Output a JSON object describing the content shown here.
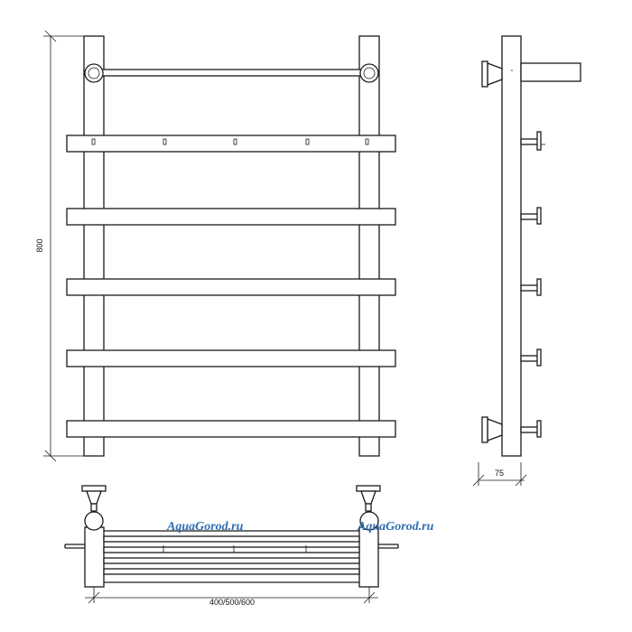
{
  "dimensions": {
    "height": "800",
    "depth": "75",
    "width": "400/500/600"
  },
  "watermark": {
    "left": "AquaGorod.ru",
    "right": "AquaGorod.ru"
  },
  "colors": {
    "line": "#1a1a1a",
    "watermark": "#2e6fb3"
  }
}
